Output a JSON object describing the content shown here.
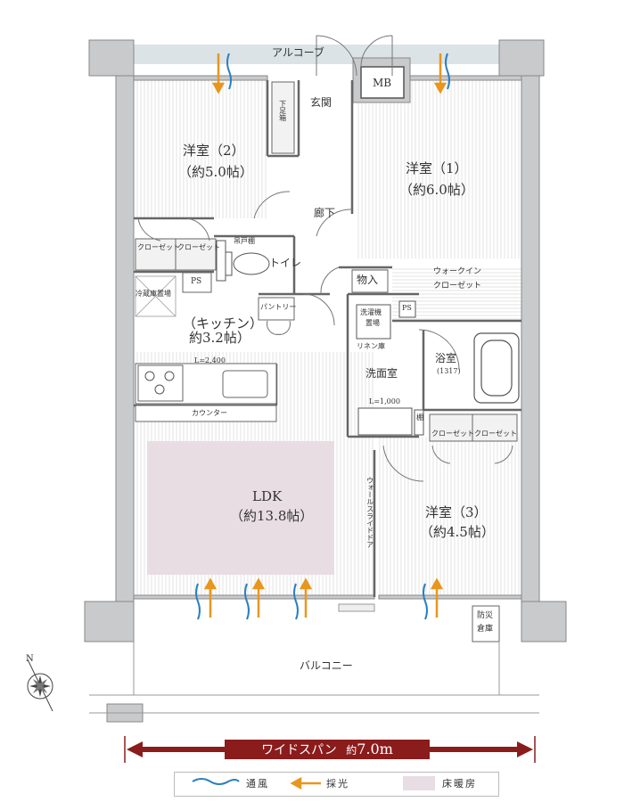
{
  "rooms": {
    "western_2": {
      "name": "洋室（2）",
      "size": "（約5.0帖）"
    },
    "western_1": {
      "name": "洋室（1）",
      "size": "（約6.0帖）"
    },
    "western_3": {
      "name": "洋室（3）",
      "size": "（約4.5帖）"
    },
    "kitchen": {
      "name": "（キッチン）",
      "size": "約3.2帖）"
    },
    "ldk": {
      "name": "LDK",
      "size": "（約13.8帖）"
    },
    "genkan": "玄関",
    "corridor": "廊下",
    "toilet": "トイレ",
    "storage": "物入",
    "walkin_line1": "ウォークイン",
    "walkin_line2": "クローゼット",
    "washroom": "洗面室",
    "bathroom": "浴室",
    "bathroom_size": "(1317)",
    "mb": "MB",
    "alcove": "アルコーブ",
    "balcony": "バルコニー",
    "disaster_storage_line1": "防災",
    "disaster_storage_line2": "倉庫"
  },
  "fixtures": {
    "closet": "クローゼット",
    "closet_alt": "クローゼット",
    "shoe_box": "下足箱",
    "ps": "PS",
    "fridge": "冷蔵庫置場",
    "pantry": "パントリー",
    "hanging_shelf": "吊戸棚",
    "kitchen_len": "L=2,400",
    "counter": "カウンター",
    "washer_line1": "洗濯機",
    "washer_line2": "置場",
    "linen": "リネン庫",
    "washroom_len": "L=1,000",
    "shelf": "棚",
    "wall_slide_door": "ウォールスライドドア"
  },
  "banner": {
    "text": "ワイドスパン",
    "prefix": "約",
    "value": "7.0m"
  },
  "legend": {
    "ventilation": "通風",
    "lighting": "採光",
    "floor_heating": "床暖房"
  },
  "colors": {
    "wall": "#c8cacb",
    "wall_border": "#888888",
    "floor_line": "#dcdcdc",
    "floor_heating": "#e8dde3",
    "alcove_fill": "#dbe3e6",
    "airflow": "#2a7fc0",
    "light_arrow": "#e8961e",
    "banner": "#8b1c1c"
  }
}
